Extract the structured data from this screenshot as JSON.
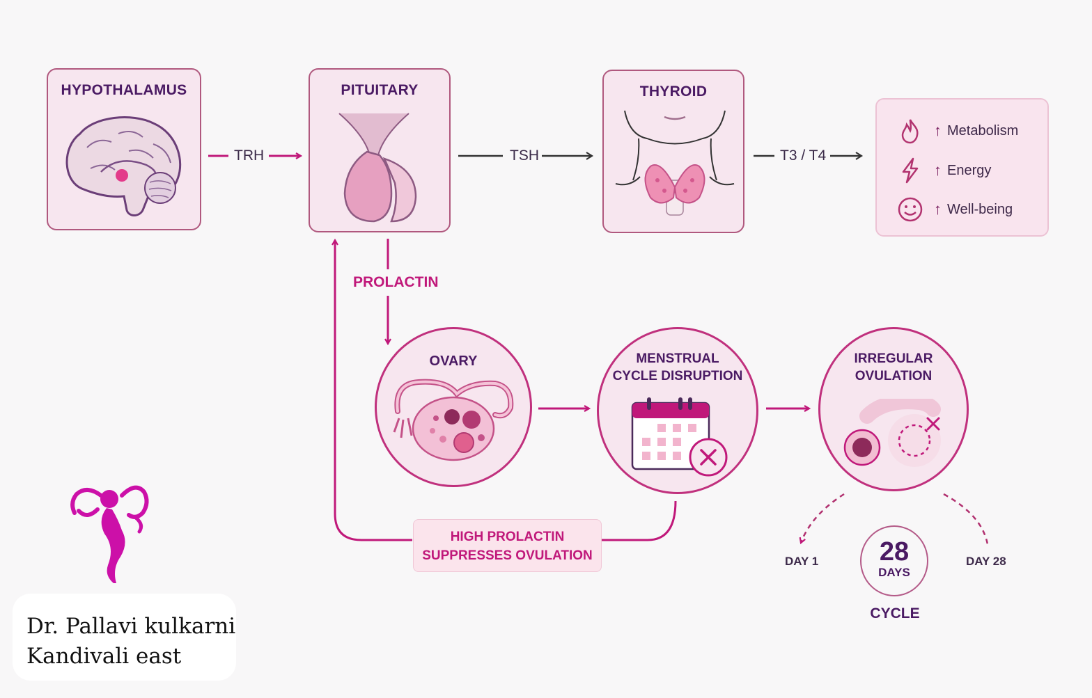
{
  "nodes": {
    "hypothalamus": "HYPOTHALAMUS",
    "pituitary": "PITUITARY",
    "thyroid": "THYROID",
    "ovary": "OVARY",
    "menstrual": [
      "MENSTRUAL",
      "CYCLE DISRUPTION"
    ],
    "irregular": [
      "IRREGULAR",
      "OVULATION"
    ]
  },
  "arrows": {
    "trh": "TRH",
    "tsh": "TSH",
    "t3t4": "T3 / T4",
    "prolactin": "PROLACTIN"
  },
  "effects": [
    {
      "icon": "flame-icon",
      "arrow": "↑",
      "label": "Metabolism"
    },
    {
      "icon": "lightning-icon",
      "arrow": "↑",
      "label": "Energy"
    },
    {
      "icon": "smiley-icon",
      "arrow": "↑",
      "label": "Well-being"
    }
  ],
  "feedback_note": [
    "HIGH PROLACTIN",
    "SUPPRESSES OVULATION"
  ],
  "cycle": {
    "day_start": "DAY 1",
    "day_end": "DAY 28",
    "days_number": "28",
    "days_label": "DAYS",
    "cycle_label": "CYCLE"
  },
  "brand": {
    "name": "Dr. Pallavi kulkarni",
    "location": "Kandivali east"
  },
  "colors": {
    "accent": "#c0187a",
    "title": "#4a1a63",
    "card_bg": "#f7e6ef",
    "logo": "#cc10a8"
  }
}
